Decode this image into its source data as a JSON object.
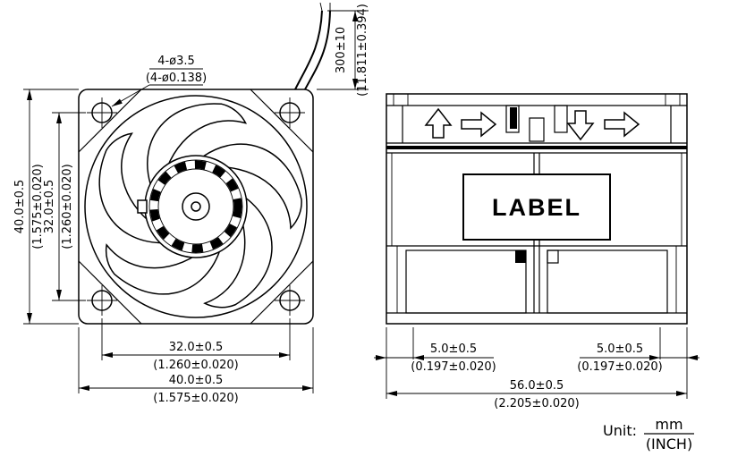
{
  "front_view": {
    "hole_callout_mm": "4-ø3.5",
    "hole_callout_inch": "(4-ø0.138)",
    "height_mm": "40.0±0.5",
    "height_inch": "(1.575±0.020)",
    "hole_pitch_v_mm": "32.0±0.5",
    "hole_pitch_v_inch": "(1.260±0.020)",
    "hole_pitch_h_mm": "32.0±0.5",
    "hole_pitch_h_inch": "(1.260±0.020)",
    "width_mm": "40.0±0.5",
    "width_inch": "(1.575±0.020)",
    "lead_mm": "300±10",
    "lead_inch": "(11.811±0.394)"
  },
  "side_view": {
    "label": "LABEL",
    "flange_left_mm": "5.0±0.5",
    "flange_left_inch": "(0.197±0.020)",
    "flange_right_mm": "5.0±0.5",
    "flange_right_inch": "(0.197±0.020)",
    "depth_mm": "56.0±0.5",
    "depth_inch": "(2.205±0.020)"
  },
  "unit": {
    "prefix": "Unit:",
    "numerator": "mm",
    "denominator": "(INCH)"
  }
}
